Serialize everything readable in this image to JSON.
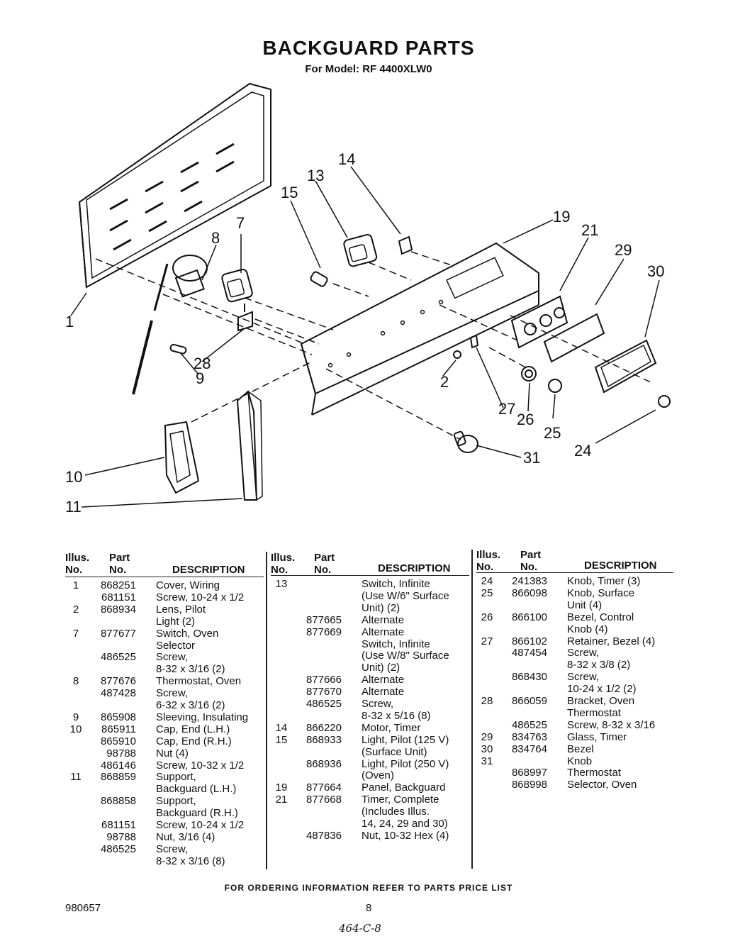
{
  "title": "BACKGUARD PARTS",
  "subtitle": "For Model: RF 4400XLW0",
  "diagram": {
    "callouts": [
      "1",
      "2",
      "7",
      "8",
      "9",
      "10",
      "11",
      "13",
      "14",
      "15",
      "19",
      "21",
      "24",
      "25",
      "26",
      "27",
      "28",
      "29",
      "30",
      "31"
    ]
  },
  "table": {
    "headers": {
      "illus": [
        "Illus.",
        "No."
      ],
      "part": [
        "Part",
        "No."
      ],
      "desc": "DESCRIPTION"
    },
    "columns": [
      [
        {
          "illus": "1",
          "part": "868251",
          "desc": "Cover, Wiring"
        },
        {
          "illus": "",
          "part": "681151",
          "desc": "Screw, 10-24 x 1/2"
        },
        {
          "illus": "2",
          "part": "868934",
          "desc": "Lens, Pilot"
        },
        {
          "illus": "",
          "part": "",
          "desc": "Light (2)"
        },
        {
          "illus": "7",
          "part": "877677",
          "desc": "Switch, Oven"
        },
        {
          "illus": "",
          "part": "",
          "desc": "Selector"
        },
        {
          "illus": "",
          "part": "486525",
          "desc": "Screw,"
        },
        {
          "illus": "",
          "part": "",
          "desc": "8-32 x 3/16 (2)"
        },
        {
          "illus": "8",
          "part": "877676",
          "desc": "Thermostat, Oven"
        },
        {
          "illus": "",
          "part": "487428",
          "desc": "Screw,"
        },
        {
          "illus": "",
          "part": "",
          "desc": "6-32 x 3/16 (2)"
        },
        {
          "illus": "9",
          "part": "865908",
          "desc": "Sleeving, Insulating"
        },
        {
          "illus": "10",
          "part": "865911",
          "desc": "Cap, End (L.H.)"
        },
        {
          "illus": "",
          "part": "865910",
          "desc": "Cap, End (R.H.)"
        },
        {
          "illus": "",
          "part": "98788",
          "desc": "Nut (4)"
        },
        {
          "illus": "",
          "part": "486146",
          "desc": "Screw, 10-32 x 1/2"
        },
        {
          "illus": "11",
          "part": "868859",
          "desc": "Support,"
        },
        {
          "illus": "",
          "part": "",
          "desc": "Backguard (L.H.)"
        },
        {
          "illus": "",
          "part": "868858",
          "desc": "Support,"
        },
        {
          "illus": "",
          "part": "",
          "desc": "Backguard (R.H.)"
        },
        {
          "illus": "",
          "part": "681151",
          "desc": "Screw, 10-24 x 1/2"
        },
        {
          "illus": "",
          "part": "98788",
          "desc": "Nut, 3/16 (4)"
        },
        {
          "illus": "",
          "part": "486525",
          "desc": "Screw,"
        },
        {
          "illus": "",
          "part": "",
          "desc": "8-32 x 3/16 (8)"
        }
      ],
      [
        {
          "illus": "13",
          "part": "",
          "desc": "Switch, Infinite"
        },
        {
          "illus": "",
          "part": "",
          "desc": "(Use W/6\" Surface"
        },
        {
          "illus": "",
          "part": "",
          "desc": "Unit) (2)"
        },
        {
          "illus": "",
          "part": "877665",
          "desc": "Alternate"
        },
        {
          "illus": "",
          "part": "877669",
          "desc": "Alternate"
        },
        {
          "illus": "",
          "part": "",
          "desc": "Switch, Infinite"
        },
        {
          "illus": "",
          "part": "",
          "desc": "(Use W/8\" Surface"
        },
        {
          "illus": "",
          "part": "",
          "desc": "Unit) (2)"
        },
        {
          "illus": "",
          "part": "877666",
          "desc": "Alternate"
        },
        {
          "illus": "",
          "part": "877670",
          "desc": "Alternate"
        },
        {
          "illus": "",
          "part": "486525",
          "desc": "Screw,"
        },
        {
          "illus": "",
          "part": "",
          "desc": "8-32 x 5/16 (8)"
        },
        {
          "illus": "14",
          "part": "866220",
          "desc": "Motor, Timer"
        },
        {
          "illus": "15",
          "part": "868933",
          "desc": "Light, Pilot (125 V)"
        },
        {
          "illus": "",
          "part": "",
          "desc": "(Surface Unit)"
        },
        {
          "illus": "",
          "part": "868936",
          "desc": "Light, Pilot (250 V)"
        },
        {
          "illus": "",
          "part": "",
          "desc": "(Oven)"
        },
        {
          "illus": "19",
          "part": "877664",
          "desc": "Panel, Backguard"
        },
        {
          "illus": "21",
          "part": "877668",
          "desc": "Timer, Complete"
        },
        {
          "illus": "",
          "part": "",
          "desc": "(Includes Illus."
        },
        {
          "illus": "",
          "part": "",
          "desc": "14, 24, 29 and 30)"
        },
        {
          "illus": "",
          "part": "487836",
          "desc": "Nut, 10-32 Hex (4)"
        }
      ],
      [
        {
          "illus": "24",
          "part": "241383",
          "desc": "Knob, Timer (3)"
        },
        {
          "illus": "25",
          "part": "866098",
          "desc": "Knob, Surface"
        },
        {
          "illus": "",
          "part": "",
          "desc": "Unit (4)"
        },
        {
          "illus": "26",
          "part": "866100",
          "desc": "Bezel, Control"
        },
        {
          "illus": "",
          "part": "",
          "desc": "Knob (4)"
        },
        {
          "illus": "27",
          "part": "866102",
          "desc": "Retainer, Bezel (4)"
        },
        {
          "illus": "",
          "part": "487454",
          "desc": "Screw,"
        },
        {
          "illus": "",
          "part": "",
          "desc": "8-32 x 3/8 (2)"
        },
        {
          "illus": "",
          "part": "868430",
          "desc": "Screw,"
        },
        {
          "illus": "",
          "part": "",
          "desc": "10-24 x 1/2 (2)"
        },
        {
          "illus": "28",
          "part": "866059",
          "desc": "Bracket, Oven"
        },
        {
          "illus": "",
          "part": "",
          "desc": "Thermostat"
        },
        {
          "illus": "",
          "part": "486525",
          "desc": "Screw, 8-32 x 3/16"
        },
        {
          "illus": "29",
          "part": "834763",
          "desc": "Glass, Timer"
        },
        {
          "illus": "30",
          "part": "834764",
          "desc": "Bezel"
        },
        {
          "illus": "31",
          "part": "",
          "desc": "Knob"
        },
        {
          "illus": "",
          "part": "868997",
          "desc": "Thermostat"
        },
        {
          "illus": "",
          "part": "868998",
          "desc": "Selector, Oven"
        }
      ]
    ]
  },
  "footer": "FOR ORDERING INFORMATION REFER TO PARTS PRICE LIST",
  "doc_number": "980657",
  "page_number": "8",
  "handwritten": "464-C-8"
}
